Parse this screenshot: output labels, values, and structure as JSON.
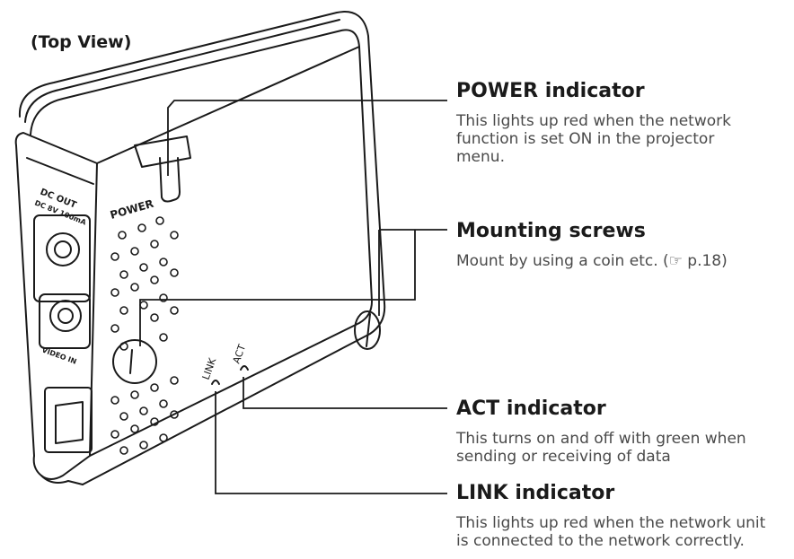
{
  "view_label": "(Top View)",
  "device_labels": {
    "power": "POWER",
    "dc_out": "DC OUT",
    "dc_rating": "DC 8V 100mA",
    "video_in": "VIDEO IN",
    "link": "LINK",
    "act": "ACT"
  },
  "callouts": [
    {
      "title": "POWER indicator",
      "description": "This lights up red when the network function is set ON in the projector menu."
    },
    {
      "title": "Mounting screws",
      "description": "Mount by using a coin etc. (☞ p.18)"
    },
    {
      "title": "ACT indicator",
      "description": "This turns on and off with green when sending or receiving of data"
    },
    {
      "title": "LINK indicator",
      "description": "This lights up red when the network unit is connected to the network correctly."
    }
  ]
}
